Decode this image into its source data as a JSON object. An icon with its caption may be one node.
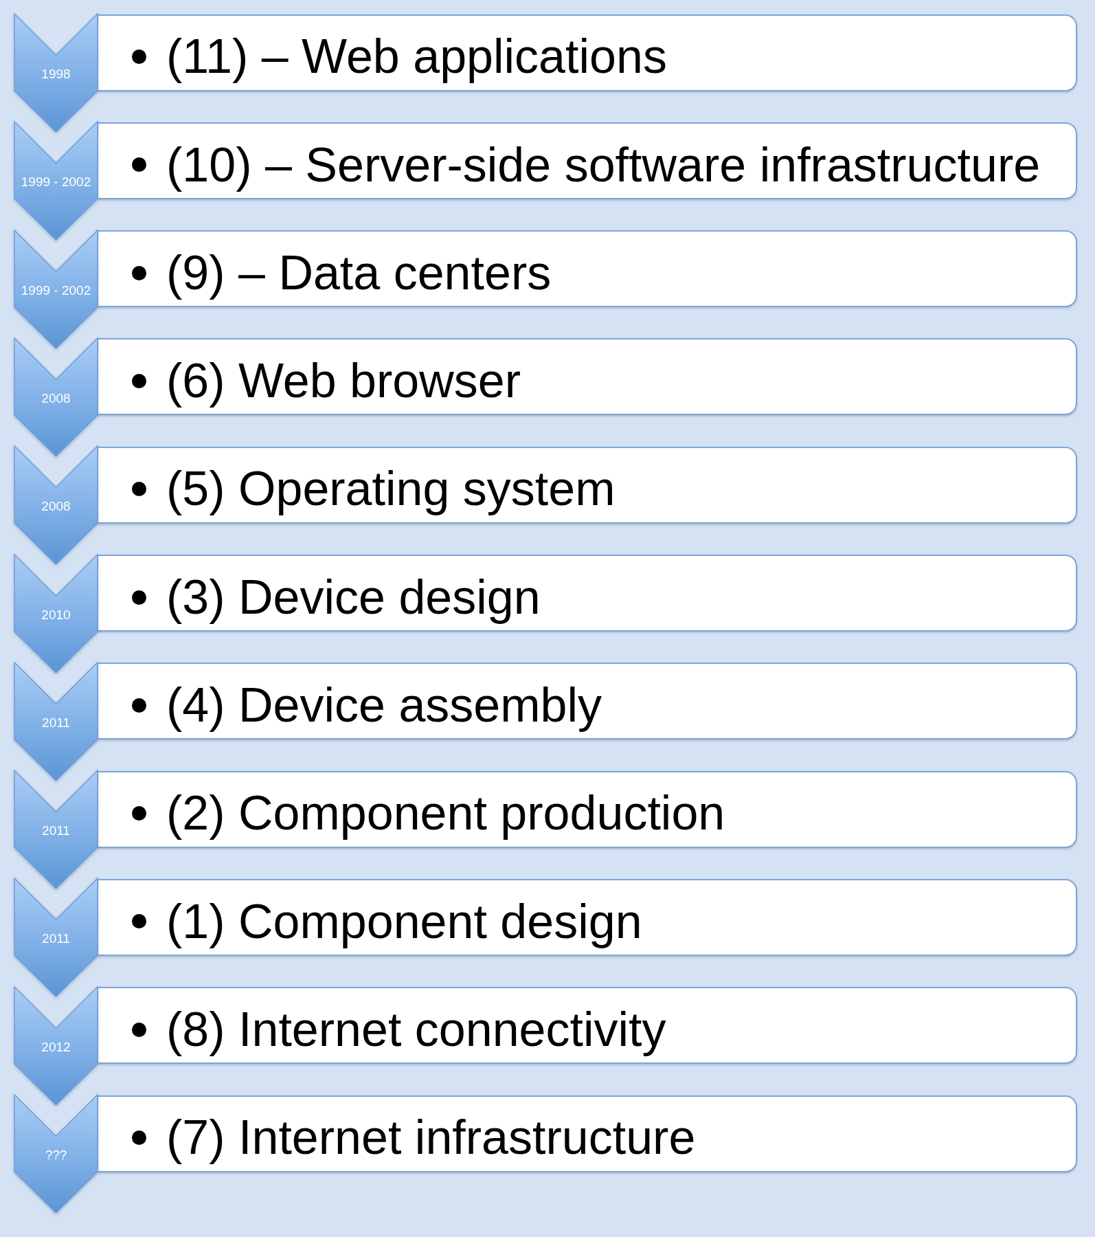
{
  "diagram": {
    "nodes": [
      {
        "text": [
          "1998"
        ]
      },
      {
        "text": [
          "(11) – Web applications"
        ]
      },
      {
        "text": [
          "1999 - 2002"
        ]
      },
      {
        "text": [
          "(10) – Server-side software infrastructure"
        ]
      },
      {
        "text": [
          "1999 - 2002"
        ]
      },
      {
        "text": [
          "(9) – Data centers"
        ]
      },
      {
        "text": [
          "2008"
        ]
      },
      {
        "text": [
          "(6) Web browser"
        ]
      },
      {
        "text": [
          "2008"
        ]
      },
      {
        "text": [
          "(5) Operating system"
        ]
      },
      {
        "text": [
          "2010"
        ]
      },
      {
        "text": [
          "(3) Device design"
        ]
      },
      {
        "text": [
          "2011"
        ]
      },
      {
        "text": [
          "(4) Device assembly"
        ]
      },
      {
        "text": [
          "2011"
        ]
      },
      {
        "text": [
          "(2) Component production"
        ]
      },
      {
        "text": [
          "2011"
        ]
      },
      {
        "text": [
          "(1) Component design"
        ]
      },
      {
        "text": [
          "2012"
        ]
      },
      {
        "text": [
          "(8) Internet connectivity"
        ]
      },
      {
        "text": [
          "???"
        ]
      },
      {
        "text": [
          "(7) Internet infrastructure"
        ]
      }
    ]
  }
}
